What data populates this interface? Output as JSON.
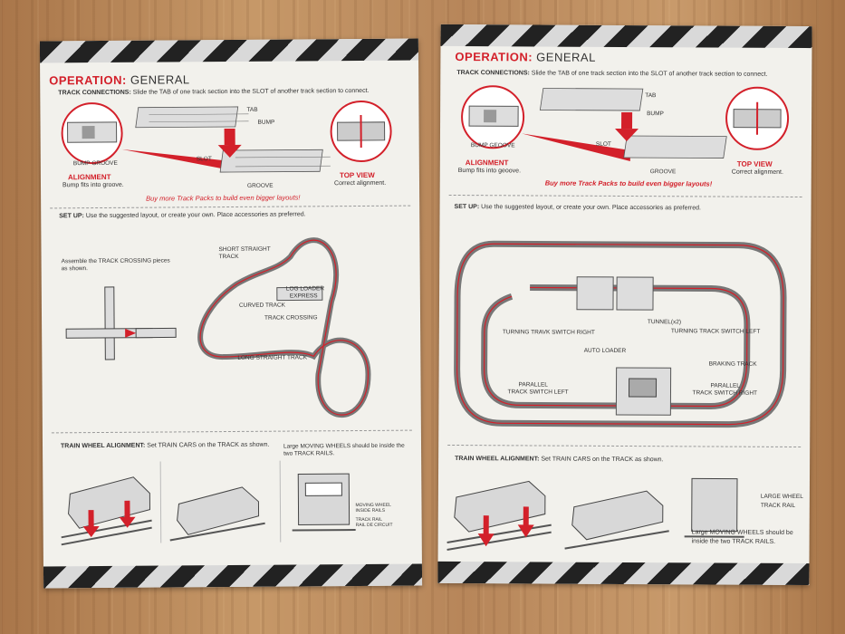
{
  "left": {
    "heading": {
      "red": "OPERATION:",
      "gray": " GENERAL"
    },
    "track_connections": {
      "label": "TRACK CONNECTIONS:",
      "text": "Slide the TAB of one track section into the SLOT of another track section to connect."
    },
    "callouts": {
      "tab": "TAB",
      "bump": "BUMP",
      "slot": "SLOT",
      "groove": "GROOVE",
      "bump_groove": "BUMP  GROOVE"
    },
    "alignment": {
      "title": "ALIGNMENT",
      "text": "Bump fits into groove."
    },
    "top_view": {
      "title": "TOP VIEW",
      "text": "Correct alignment."
    },
    "promo": "Buy more Track Packs to build even bigger layouts!",
    "setup": {
      "label": "SET UP:",
      "text": "Use the suggested layout, or create your own. Place accessories as preferred."
    },
    "crossing_text": [
      "Assemble the TRACK CROSSING pieces",
      "as shown."
    ],
    "layout_labels": {
      "short_straight": [
        "SHORT STRAIGHT",
        "TRACK"
      ],
      "log_loader": [
        "LOG LOADER",
        "EXPRESS"
      ],
      "curved": "CURVED TRACK",
      "crossing": "TRACK CROSSING",
      "long_straight": "LONG STRAIGHT TRACK"
    },
    "wheel": {
      "label": "TRAIN WHEEL ALIGNMENT:",
      "text": "Set TRAIN CARS on the TRACK as shown."
    },
    "large_wheels": [
      "Large MOVING WHEELS should be inside the",
      "two TRACK RAILS."
    ],
    "wheel_labels": {
      "moving": [
        "MOVING WHEEL",
        "INSIDE RAILS"
      ],
      "rail": [
        "TRACK RAIL",
        "RAIL DE CIRCUIT"
      ]
    }
  },
  "right": {
    "heading": {
      "red": "OPERATION:",
      "gray": " GENERAL"
    },
    "track_connections": {
      "label": "TRACK CONNECTIONS:",
      "text": "Slide the TAB of one track section into the SLOT of another track section to connect."
    },
    "callouts": {
      "tab": "TAB",
      "bump": "BUMP",
      "slot": "SLOT",
      "groove": "GROOVE",
      "bump_groove": "BUMP GEOOVE"
    },
    "alignment": {
      "title": "ALIGNMENT",
      "text": "Bump fits into geoove."
    },
    "top_view": {
      "title": "TOP VIEW",
      "text": "Correct alignment."
    },
    "promo": "Buy more Track Packs to build even bigger layouts!",
    "setup": {
      "label": "SET UP:",
      "text": "Use the suggested layout, or create your own. Place accessories as preferred."
    },
    "layout_labels": {
      "tunnel": "TUNNEL(x2)",
      "turn_right": "TURNING TRAVK SWITCH RIGHT",
      "turn_left": "TURNING TRACK SWITCH LEFT",
      "auto_loader": "AUTO LOADER",
      "braking": "BRAKING TRACK",
      "parallel_left": [
        "PARALLEL",
        "TRACK SWITCH LEFT"
      ],
      "parallel_right": [
        "PARALLEL",
        "TRACK SWITCH RIGHT"
      ]
    },
    "wheel": {
      "label": "TRAIN WHEEL ALIGNMENT:",
      "text": "Set TRAIN CARS on the TRACK as shown."
    },
    "large_wheel_labels": [
      "LARGE WHEEL",
      "TRACK RAIL"
    ],
    "large_wheels": [
      "Large MOVING WHEELS should be",
      "inside the two TRACK RAILS."
    ]
  },
  "colors": {
    "accent_red": "#d3202a",
    "paper": "#f2f1ec",
    "wood": "#b8875a"
  }
}
